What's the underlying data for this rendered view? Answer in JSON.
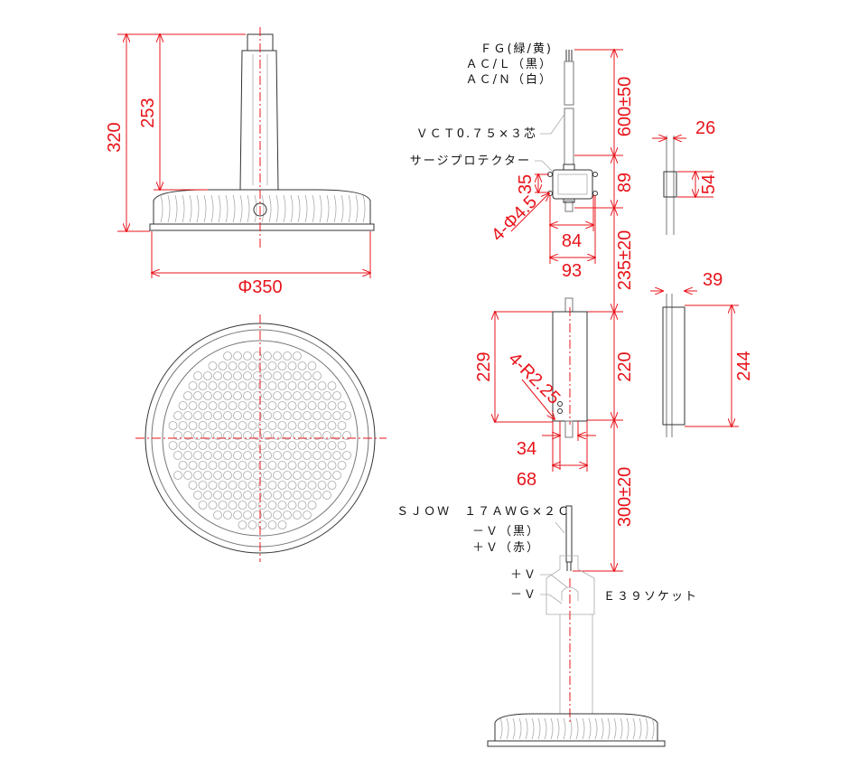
{
  "dimensions": {
    "height_total": "320",
    "height_body": "253",
    "diameter": "Φ350",
    "cable_ac": "600±50",
    "protector_len": "89",
    "protector_w": "35",
    "hole": "4-Φ4.5",
    "protector_hole_pitch": "84",
    "protector_width": "93",
    "protector_side_w": "26",
    "protector_side_h": "54",
    "cable_mid": "235±20",
    "driver_side_w": "39",
    "driver_len": "220",
    "driver_total": "229",
    "driver_radius": "4-R2.25",
    "driver_side_h": "244",
    "driver_pitch": "34",
    "driver_width": "68",
    "cable_dc": "300±20"
  },
  "labels": {
    "fg": "ＦＧ(緑/黄)",
    "acl": "ＡＣ/Ｌ（黒）",
    "acn": "ＡＣ/Ｎ（白）",
    "vct": "ＶＣＴ0.７５×３芯",
    "surge": "サージプロテクター",
    "sjow": "ＳＪＯＷ　１７ＡＷＧ×２Ｃ",
    "neg_black": "－Ｖ（黒）",
    "pos_red": "＋Ｖ（赤）",
    "pos": "＋Ｖ",
    "neg": "－Ｖ",
    "socket": "Ｅ３９ソケット"
  },
  "colors": {
    "dimension": "#e8141b",
    "line": "#777777"
  }
}
